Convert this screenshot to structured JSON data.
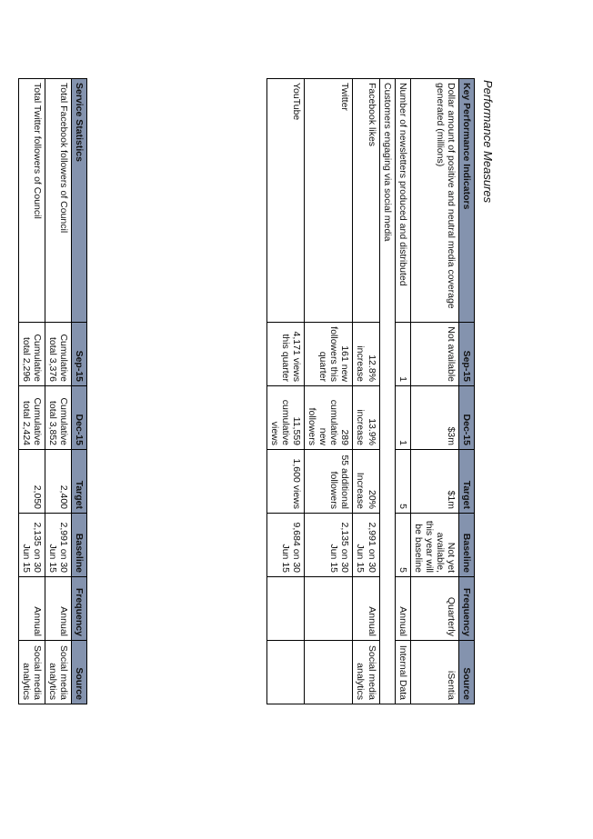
{
  "title": "Performance Measures",
  "kpi_table": {
    "headers": [
      "Key Performance Indicators",
      "Sep-15",
      "Dec-15",
      "Target",
      "Baseline",
      "Frequency",
      "Source"
    ],
    "rows": [
      {
        "label": "Dollar amount of positive and neutral media coverage generated (millions)",
        "sep": "Not available",
        "dec": "$3m",
        "target": "$1m",
        "baseline": "Not yet available, this year will be baseline",
        "frequency": "Quarterly",
        "source": "iSentia"
      },
      {
        "label": "Number of newsletters produced and distributed",
        "sep": "1",
        "dec": "1",
        "target": "5",
        "baseline": "5",
        "frequency": "Annual",
        "source": "Internal Data"
      },
      {
        "label": "Customers engaging via social media",
        "group": true
      },
      {
        "label": "Facebook likes",
        "sep": "12.8% increase",
        "dec": "13.9% increase",
        "target": "20% Increase",
        "baseline": "2,991 on 30 Jun 15",
        "frequency": "Annual",
        "source": "Social media analytics"
      },
      {
        "label": "Twitter",
        "sep": "161 new followers this quarter",
        "dec": "289 cumulative new followers",
        "target": "55 additional followers",
        "baseline": "2,135 on 30 Jun 15",
        "frequency": "",
        "source": ""
      },
      {
        "label": "YouTube",
        "sep": "4,171 views this quarter",
        "dec": "11,559 cumulative views",
        "target": "1,600 views",
        "baseline": "9,684 on 30 Jun 15",
        "frequency": "",
        "source": ""
      }
    ]
  },
  "service_table": {
    "headers": [
      "Service Statistics",
      "Sep-15",
      "Dec-15",
      "Target",
      "Baseline",
      "Frequency",
      "Source"
    ],
    "rows": [
      {
        "label": "Total Facebook followers of Council",
        "sep": "Cumulative total 3,376",
        "dec": "Cumulative total 3,852",
        "target": "2,400",
        "baseline": "2,991 on 30 Jun 15",
        "frequency": "Annual",
        "source": "Social media analytics"
      },
      {
        "label": "Total Twitter followers of Council",
        "sep": "Cumulative total 2,296",
        "dec": "Cumulative total 2,424",
        "target": "2,050",
        "baseline": "2,135 on 30 Jun 15",
        "frequency": "Annual",
        "source": "Social media analytics"
      }
    ]
  }
}
